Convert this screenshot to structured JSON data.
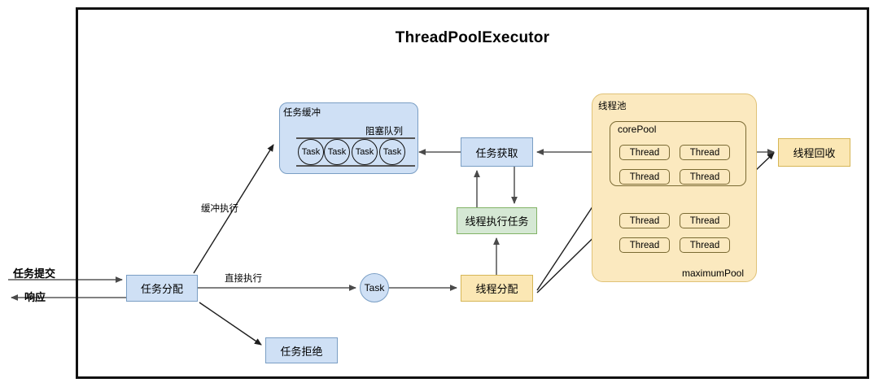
{
  "diagram": {
    "title": "ThreadPoolExecutor",
    "colors": {
      "blue_fill": "#cfe0f5",
      "blue_stroke": "#7a9ec4",
      "green_fill": "#d5e8d4",
      "green_stroke": "#82b366",
      "orange_fill": "#fbe7b4",
      "orange_stroke": "#d6b656",
      "pool_fill": "#fbe9bf",
      "pool_stroke": "#e0c277",
      "frame_stroke": "#111111",
      "arrow_gray": "#6f6f6f",
      "arrow_black": "#2b2b2b"
    }
  },
  "io_labels": {
    "submit": "任务提交",
    "respond": "响应"
  },
  "edge_labels": {
    "buffer_exec": "缓冲执行",
    "direct_exec": "直接执行"
  },
  "nodes": {
    "task_alloc": "任务分配",
    "task_reject": "任务拒绝",
    "task_node": "Task",
    "task_fetch": "任务获取",
    "thread_exec": "线程执行任务",
    "thread_alloc": "线程分配",
    "thread_recycle": "线程回收"
  },
  "task_buffer": {
    "title": "任务缓冲",
    "queue_title": "阻塞队列",
    "tasks": [
      "Task",
      "Task",
      "Task",
      "Task"
    ]
  },
  "thread_pool": {
    "title": "线程池",
    "core_pool_label": "corePool",
    "maximum_pool_label": "maximumPool",
    "core_threads": [
      "Thread",
      "Thread",
      "Thread",
      "Thread"
    ],
    "extra_threads": [
      "Thread",
      "Thread",
      "Thread",
      "Thread"
    ]
  }
}
